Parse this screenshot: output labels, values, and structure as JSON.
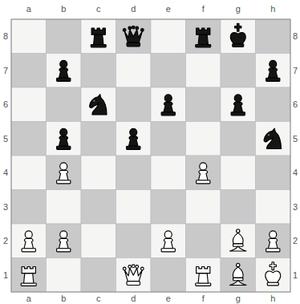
{
  "diagram": {
    "labels": [
      "a",
      "b",
      "c",
      "d",
      "e",
      "f",
      "g",
      "h",
      "8",
      "7",
      "6",
      "5",
      "4",
      "3",
      "2",
      "1",
      "8",
      "7",
      "6",
      "5",
      "4",
      "3",
      "2",
      "1",
      "a",
      "b",
      "c",
      "d",
      "e",
      "f",
      "g",
      "h"
    ]
  }
}
